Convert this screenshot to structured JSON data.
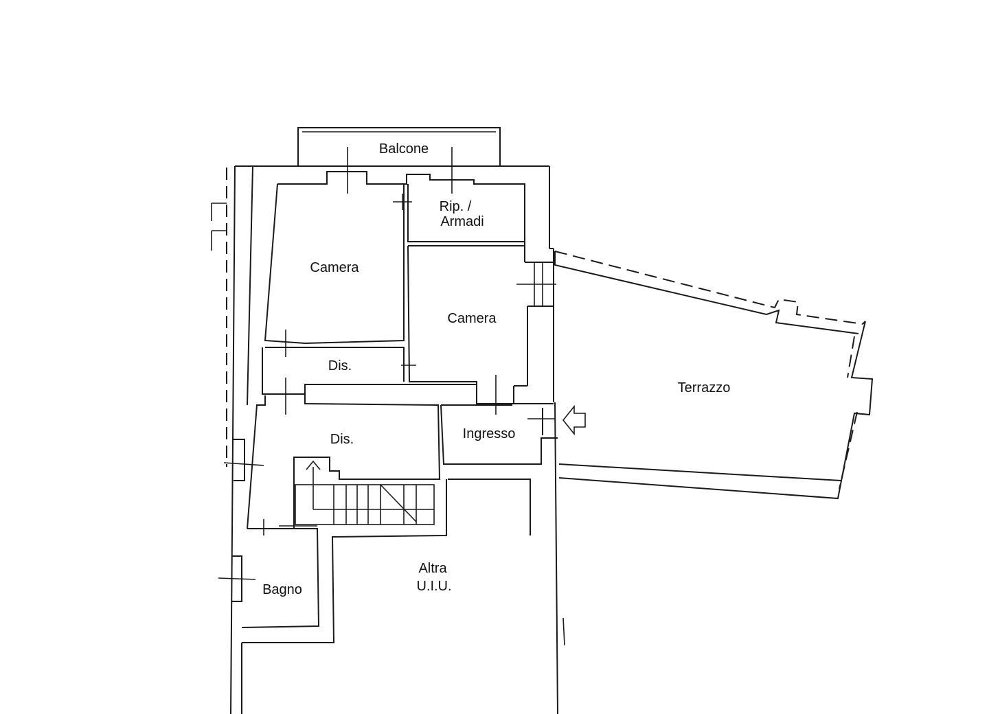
{
  "rooms": {
    "balcone": "Balcone",
    "ripostiglio_line1": "Rip. /",
    "ripostiglio_line2": "Armadi",
    "camera_1": "Camera",
    "camera_2": "Camera",
    "disimpegno_1": "Dis.",
    "disimpegno_2": "Dis.",
    "ingresso": "Ingresso",
    "terrazzo": "Terrazzo",
    "altra_line1": "Altra",
    "altra_line2": "U.I.U.",
    "bagno": "Bagno"
  },
  "colors": {
    "line": "#1a1a1a",
    "background": "#ffffff"
  }
}
